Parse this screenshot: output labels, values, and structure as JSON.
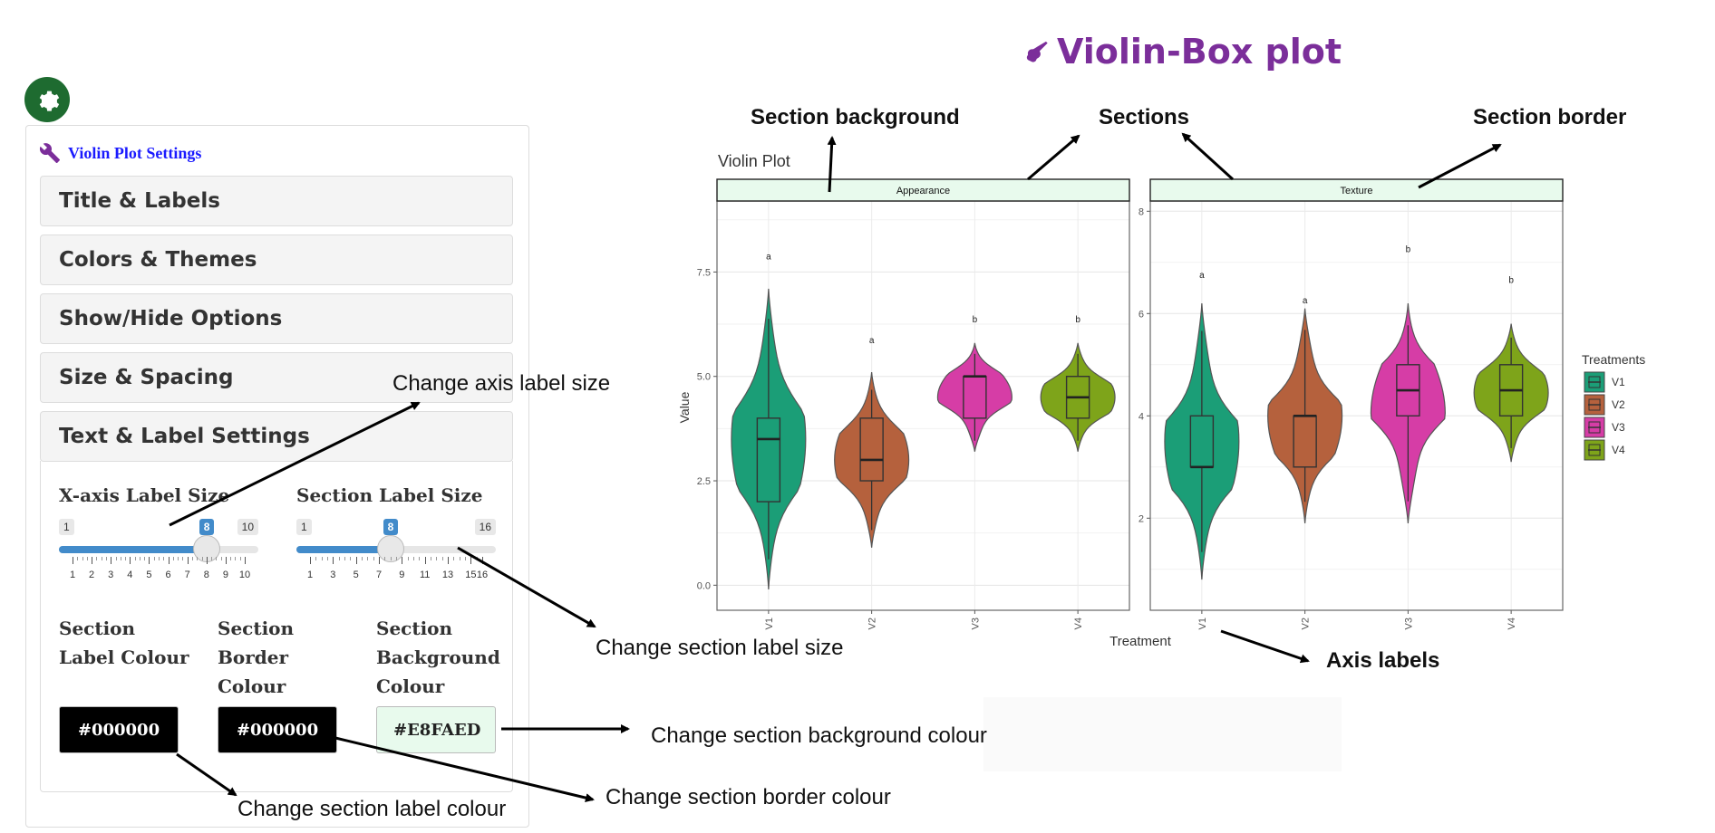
{
  "app_title": "Violin-Box plot",
  "settings_panel": {
    "header": "Violin Plot Settings",
    "sections": [
      "Title & Labels",
      "Colors & Themes",
      "Show/Hide Options",
      "Size & Spacing",
      "Text & Label Settings"
    ],
    "x_axis_slider": {
      "label": "X-axis Label Size",
      "min": "1",
      "max": "10",
      "value": "8",
      "ticks": [
        "1",
        "2",
        "3",
        "4",
        "5",
        "6",
        "7",
        "8",
        "9",
        "10"
      ]
    },
    "section_slider": {
      "label": "Section Label Size",
      "min": "1",
      "max": "16",
      "value": "8",
      "ticks": [
        "1",
        "3",
        "5",
        "7",
        "9",
        "11",
        "13",
        "15",
        "16"
      ]
    },
    "colour_fields": [
      {
        "label": "Section Label Colour",
        "value": "#000000"
      },
      {
        "label": "Section Border Colour",
        "value": "#000000"
      },
      {
        "label": "Section Background Colour",
        "value": "#E8FAED"
      }
    ]
  },
  "annotations": {
    "section_background": "Section background",
    "sections": "Sections",
    "section_border": "Section border",
    "axis_labels": "Axis labels",
    "change_axis_label_size": "Change axis label size",
    "change_section_label_size": "Change section label size",
    "change_section_bg_colour": "Change section background colour",
    "change_section_label_colour": "Change section label colour",
    "change_section_border_colour": "Change section border colour"
  },
  "chart_data": {
    "type": "violin",
    "title": "Violin Plot",
    "xlabel": "Treatment",
    "ylabel": "Value",
    "categories": [
      "V1",
      "V2",
      "V3",
      "V4"
    ],
    "colors": {
      "V1": "#1b9e77",
      "V2": "#b5613d",
      "V3": "#d63da6",
      "V4": "#7ea41a"
    },
    "strip_background": "#E8FAED",
    "legend": {
      "title": "Treatments",
      "entries": [
        "V1",
        "V2",
        "V3",
        "V4"
      ],
      "position": "right"
    },
    "panels": [
      {
        "strip": "Appearance",
        "ylim": [
          -0.6,
          9.2
        ],
        "yticks": [
          "0.0",
          "2.5",
          "5.0",
          "7.5"
        ],
        "groups": [
          {
            "name": "V1",
            "min": -0.1,
            "max": 7.1,
            "q1": 2.0,
            "median": 3.5,
            "q3": 4.0,
            "letter": "a",
            "letter_y": 7.8
          },
          {
            "name": "V2",
            "min": 0.9,
            "max": 5.1,
            "q1": 2.5,
            "median": 3.0,
            "q3": 4.0,
            "letter": "a",
            "letter_y": 5.8
          },
          {
            "name": "V3",
            "min": 3.2,
            "max": 5.8,
            "q1": 4.0,
            "median": 5.0,
            "q3": 5.0,
            "letter": "b",
            "letter_y": 6.3
          },
          {
            "name": "V4",
            "min": 3.2,
            "max": 5.8,
            "q1": 4.0,
            "median": 4.5,
            "q3": 5.0,
            "letter": "b",
            "letter_y": 6.3
          }
        ]
      },
      {
        "strip": "Texture",
        "ylim": [
          0.2,
          8.2
        ],
        "yticks": [
          "2",
          "4",
          "6",
          "8"
        ],
        "groups": [
          {
            "name": "V1",
            "min": 0.8,
            "max": 6.2,
            "q1": 3.0,
            "median": 3.0,
            "q3": 4.0,
            "letter": "a",
            "letter_y": 6.7
          },
          {
            "name": "V2",
            "min": 1.9,
            "max": 6.1,
            "q1": 3.0,
            "median": 4.0,
            "q3": 4.0,
            "letter": "a",
            "letter_y": 6.2
          },
          {
            "name": "V3",
            "min": 1.9,
            "max": 6.2,
            "q1": 4.0,
            "median": 4.5,
            "q3": 5.0,
            "letter": "b",
            "letter_y": 7.2
          },
          {
            "name": "V4",
            "min": 3.1,
            "max": 5.8,
            "q1": 4.0,
            "median": 4.5,
            "q3": 5.0,
            "letter": "b",
            "letter_y": 6.6
          }
        ]
      }
    ]
  }
}
